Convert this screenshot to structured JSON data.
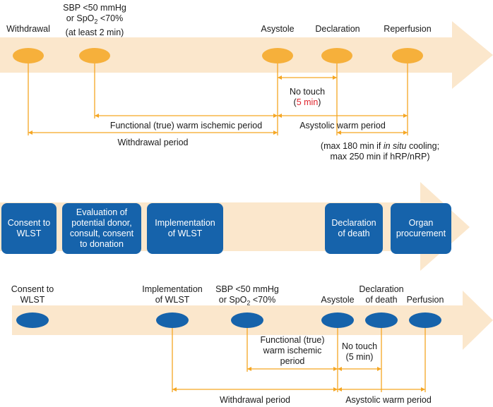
{
  "top": {
    "events": [
      {
        "label": "Withdrawal"
      },
      {
        "label_l1": "SBP <50 mmHg",
        "label_l2_a": "or SpO",
        "label_l2_sub": "2",
        "label_l2_b": " <70%",
        "label_l3": "(at least 2 min)"
      },
      {
        "label": "Asystole"
      },
      {
        "label": "Declaration"
      },
      {
        "label": "Reperfusion"
      }
    ],
    "no_touch_l1": "No touch",
    "no_touch_l2_a": "(",
    "no_touch_l2_red": "5 min",
    "no_touch_l2_b": ")",
    "functional_period": "Functional (true) warm ischemic period",
    "asystolic_period": "Asystolic warm period",
    "withdrawal_period": "Withdrawal period",
    "cooling_note_a": "(max 180 min if ",
    "cooling_note_italic": "in situ",
    "cooling_note_b": " cooling;",
    "cooling_note_l2": "max 250 min if hRP/nRP)"
  },
  "middle": {
    "boxes": [
      {
        "l1": "Consent to",
        "l2": "WLST"
      },
      {
        "l1": "Evaluation of",
        "l2": "potential donor,",
        "l3": "consult, consent",
        "l4": "to donation"
      },
      {
        "l1": "Implementation",
        "l2": "of WLST"
      },
      {
        "l1": "Declaration",
        "l2": "of death"
      },
      {
        "l1": "Organ",
        "l2": "procurement"
      }
    ]
  },
  "bottom": {
    "events": [
      {
        "l1": "Consent to",
        "l2": "WLST"
      },
      {
        "l1": "Implementation",
        "l2": "of WLST"
      },
      {
        "l1": "SBP <50 mmHg",
        "l2_a": "or SpO",
        "l2_sub": "2",
        "l2_b": " <70%"
      },
      {
        "label": "Asystole"
      },
      {
        "l1": "Declaration",
        "l2": "of death"
      },
      {
        "label": "Perfusion"
      }
    ],
    "functional_l1": "Functional (true)",
    "functional_l2": "warm ischemic",
    "functional_l3": "period",
    "no_touch_l1": "No touch",
    "no_touch_l2": "(5 min)",
    "withdrawal_period": "Withdrawal period",
    "asystolic_period": "Asystolic warm period"
  },
  "colors": {
    "arrow_fill": "#fbe7cc",
    "ellipse_orange": "#f6b03b",
    "bracket_orange": "#f5a623",
    "ellipse_blue": "#1663ab",
    "box_blue": "#1663ab",
    "red_text": "#e0232b"
  }
}
